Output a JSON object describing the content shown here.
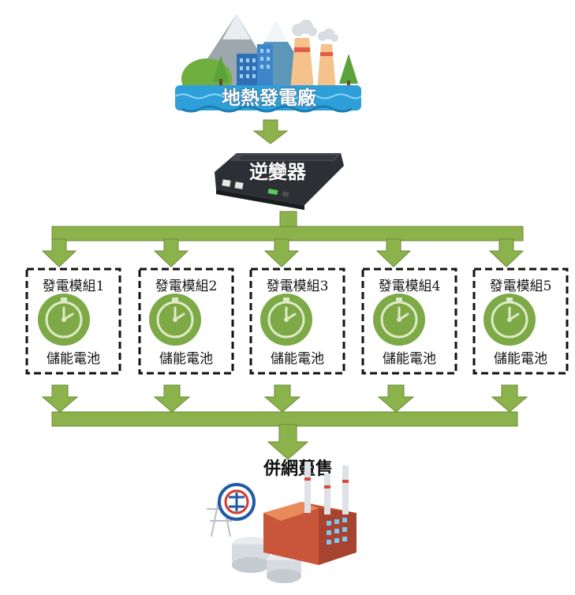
{
  "source": {
    "label": "地熱發電廠"
  },
  "inverter": {
    "label": "逆變器"
  },
  "modules": [
    {
      "top_label": "發電模組1",
      "bottom_label": "儲能電池"
    },
    {
      "top_label": "發電模組2",
      "bottom_label": "儲能電池"
    },
    {
      "top_label": "發電模組3",
      "bottom_label": "儲能電池"
    },
    {
      "top_label": "發電模組4",
      "bottom_label": "儲能電池"
    },
    {
      "top_label": "發電模組5",
      "bottom_label": "儲能電池"
    }
  ],
  "grid": {
    "label": "併網躉售"
  },
  "colors": {
    "arrow": "#8CB24C",
    "arrow_stroke": "#6A8A34",
    "badge": "#7DA946",
    "badge_ring": "#DDEBC7",
    "sky": "#4DB7E6",
    "water": "#2E9FD8"
  }
}
